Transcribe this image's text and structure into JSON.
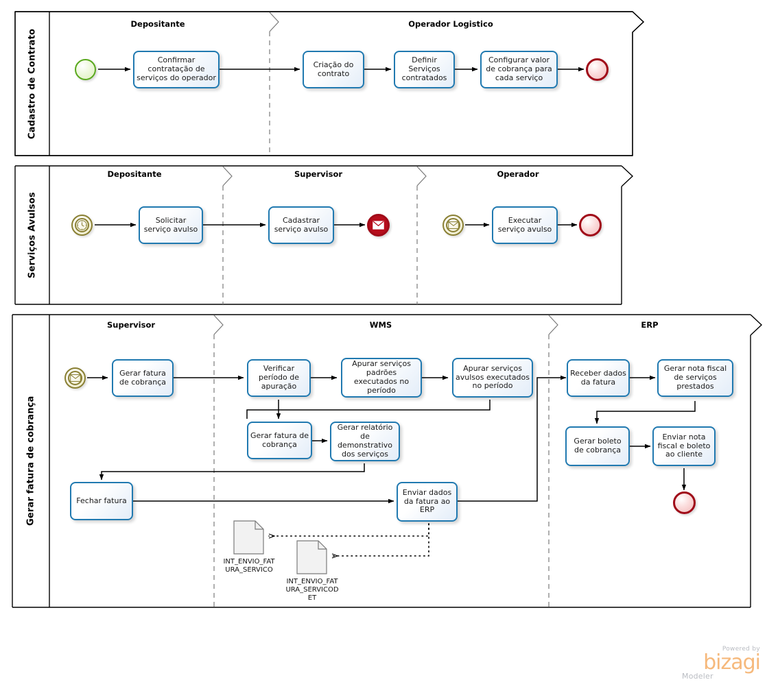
{
  "diagram": {
    "type": "BPMN process diagram",
    "language": "pt-BR"
  },
  "pools": [
    {
      "id": "pool-cadastro-contrato",
      "label": "Cadastro de Contrato",
      "lanes": [
        {
          "id": "lane-depositante-1",
          "label": "Depositante"
        },
        {
          "id": "lane-operador-logistico",
          "label": "Operador Logistico"
        }
      ],
      "nodes": [
        {
          "id": "ev1",
          "kind": "start-none",
          "label": ""
        },
        {
          "id": "t1",
          "kind": "task",
          "label": "Confirmar contratação de serviços do operador"
        },
        {
          "id": "t2",
          "kind": "task",
          "label": "Criação do contrato"
        },
        {
          "id": "t3",
          "kind": "task",
          "label": "Definir Serviços contratados"
        },
        {
          "id": "t4",
          "kind": "task",
          "label": "Configurar valor de cobrança para cada serviço"
        },
        {
          "id": "ev2",
          "kind": "end-none",
          "label": ""
        }
      ]
    },
    {
      "id": "pool-servicos-avulsos",
      "label": "Serviços Avulsos",
      "lanes": [
        {
          "id": "lane-depositante-2",
          "label": "Depositante"
        },
        {
          "id": "lane-supervisor-2",
          "label": "Supervisor"
        },
        {
          "id": "lane-operador-2",
          "label": "Operador"
        }
      ],
      "nodes": [
        {
          "id": "ev3",
          "kind": "start-timer",
          "label": ""
        },
        {
          "id": "t5",
          "kind": "task",
          "label": "Solicitar serviço avulso"
        },
        {
          "id": "t6",
          "kind": "task",
          "label": "Cadastrar serviço avulso"
        },
        {
          "id": "ev4",
          "kind": "end-message",
          "label": ""
        },
        {
          "id": "ev5",
          "kind": "start-message",
          "label": ""
        },
        {
          "id": "t7",
          "kind": "task",
          "label": "Executar serviço avulso"
        },
        {
          "id": "ev6",
          "kind": "end-none",
          "label": ""
        }
      ]
    },
    {
      "id": "pool-gerar-fatura",
      "label": "Gerar fatura de cobrança",
      "lanes": [
        {
          "id": "lane-supervisor-3",
          "label": "Supervisor"
        },
        {
          "id": "lane-wms",
          "label": "WMS"
        },
        {
          "id": "lane-erp",
          "label": "ERP"
        }
      ],
      "nodes": [
        {
          "id": "ev7",
          "kind": "start-message",
          "label": ""
        },
        {
          "id": "t8",
          "kind": "task",
          "label": "Gerar fatura de cobrança"
        },
        {
          "id": "t9",
          "kind": "task",
          "label": "Verificar período de apuração"
        },
        {
          "id": "t10",
          "kind": "task",
          "label": "Apurar serviços padrões executados no período"
        },
        {
          "id": "t11",
          "kind": "task",
          "label": "Apurar serviços avulsos executados no período"
        },
        {
          "id": "t12",
          "kind": "task",
          "label": "Gerar fatura de cobrança"
        },
        {
          "id": "t13",
          "kind": "task",
          "label": "Gerar relatório de demonstrativo dos serviços"
        },
        {
          "id": "t14",
          "kind": "task",
          "label": "Fechar fatura"
        },
        {
          "id": "t15",
          "kind": "task",
          "label": "Enviar dados da fatura ao ERP"
        },
        {
          "id": "t16",
          "kind": "task",
          "label": "Receber dados da fatura"
        },
        {
          "id": "t17",
          "kind": "task",
          "label": "Gerar nota fiscal de serviços prestados"
        },
        {
          "id": "t18",
          "kind": "task",
          "label": "Gerar boleto de cobrança"
        },
        {
          "id": "t19",
          "kind": "task",
          "label": "Enviar nota fiscal e boleto ao cliente"
        },
        {
          "id": "ev8",
          "kind": "end-none",
          "label": ""
        }
      ],
      "data_objects": [
        {
          "id": "d1",
          "label": "INT_ENVIO_FAT\nURA_SERVICO"
        },
        {
          "id": "d2",
          "label": "INT_ENVIO_FAT\nURA_SERVICOD\nET"
        }
      ]
    }
  ],
  "branding": {
    "powered_by": "Powered by",
    "name": "bizagi",
    "product": "Modeler"
  },
  "colors": {
    "task_border": "#2079b0",
    "start_green": "#5aa91e",
    "end_red": "#a00a18",
    "message_red_fill": "#b60d1c",
    "olive": "#8a8034",
    "pool_border": "#000000",
    "brand_orange": "#f6b97c",
    "brand_gray": "#b9bcc2"
  }
}
